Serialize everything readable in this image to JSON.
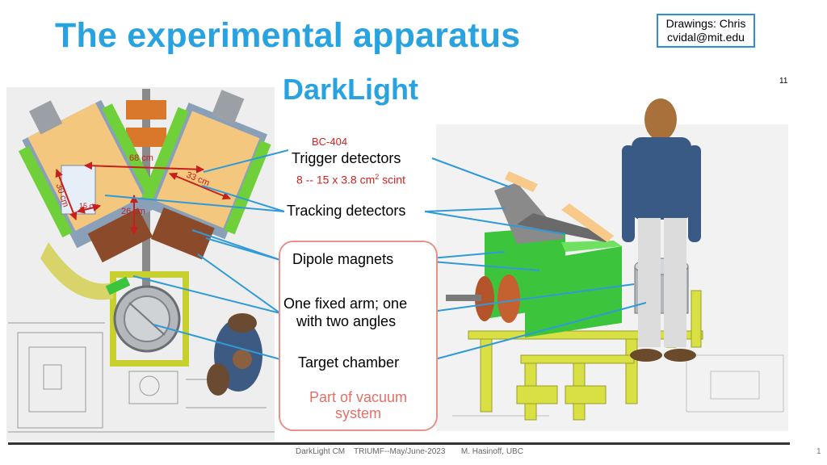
{
  "header": {
    "title": "The experimental apparatus",
    "subtitle": "DarkLight",
    "credit_line1": "Drawings: Chris",
    "credit_line2": "cvidal@mit.edu",
    "corner_page": "11"
  },
  "labels": {
    "material": "BC-404",
    "trigger": "Trigger detectors",
    "scint_pre": "8 -- 15 x 3.8 cm",
    "scint_sup": "2",
    "scint_post": " scint",
    "tracking": "Tracking detectors",
    "dipole": "Dipole magnets",
    "fixed_arm_1": "One fixed arm; one",
    "fixed_arm_2": "with two angles",
    "target": "Target chamber",
    "vacuum_1": "Part of vacuum",
    "vacuum_2": "system"
  },
  "dimensions": {
    "d68": "68 cm",
    "d33": "33 cm",
    "d30": "30 cm",
    "d15": "15 cm",
    "d26": "26 cm"
  },
  "footer": {
    "text": "DarkLight CM    TRIUMF--May/June-2023       M. Hasinoff, UBC",
    "page": "1"
  },
  "colors": {
    "title": "#29a3df",
    "callout_line": "#2f9ad8",
    "dimension": "#c81e1e",
    "vacuum": "#e27068"
  }
}
